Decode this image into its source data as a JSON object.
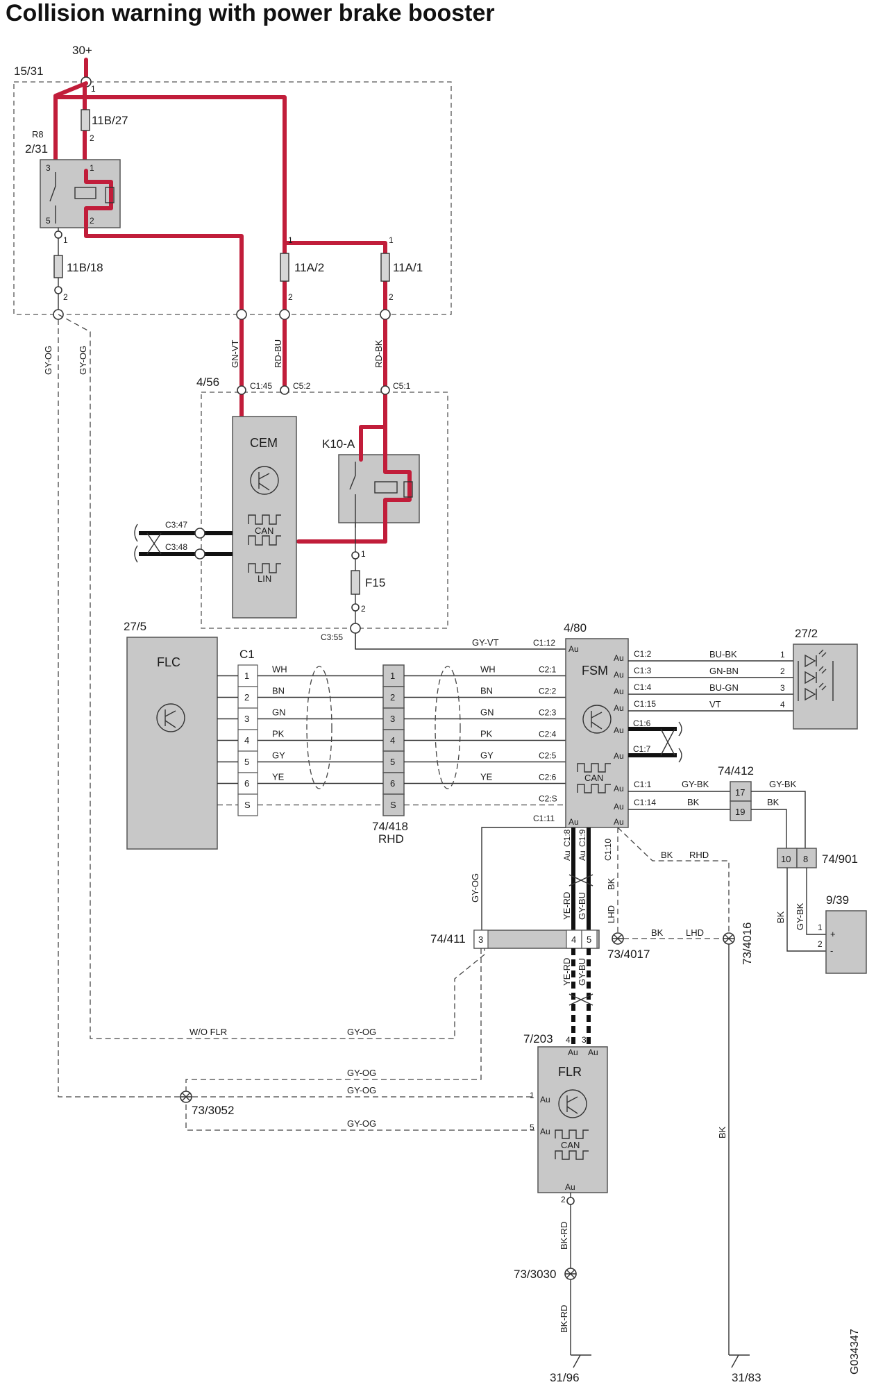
{
  "title": "Collision warning with power brake booster",
  "doc_id": "G034347",
  "supply": {
    "label": "30+",
    "pin": "1"
  },
  "zones": {
    "upper": "15/31",
    "cem_zone": "4/56"
  },
  "relay": {
    "ref": "R8",
    "id": "2/31",
    "pins": [
      "3",
      "1",
      "5",
      "2"
    ]
  },
  "fuses": {
    "f11b27": {
      "label": "11B/27",
      "p1": "1",
      "p2": "2"
    },
    "f11b18": {
      "label": "11B/18",
      "p1": "1",
      "p2": "2"
    },
    "f11a2": {
      "label": "11A/2",
      "p1": "1",
      "p2": "2"
    },
    "f11a1": {
      "label": "11A/1",
      "p1": "1",
      "p2": "2"
    },
    "f15": {
      "label": "F15",
      "p1": "1",
      "p2": "2"
    }
  },
  "wires": {
    "gn_vt": "GN-VT",
    "rd_bu": "RD-BU",
    "rd_bk": "RD-BK",
    "gy_og": "GY-OG",
    "gy_vt": "GY-VT",
    "bk": "BK",
    "gy_bk": "GY-BK",
    "ye_rd": "YE-RD",
    "gy_bu": "GY-BU",
    "bk_rd": "BK-RD",
    "rhd": "RHD",
    "lhd": "LHD",
    "wo_flr": "W/O FLR"
  },
  "cem": {
    "label": "CEM",
    "can": "CAN",
    "lin": "LIN",
    "c1_45": "C1:45",
    "c5_2": "C5:2",
    "c5_1": "C5:1",
    "c3_47": "C3:47",
    "c3_48": "C3:48",
    "c3_55": "C3:55"
  },
  "k10": {
    "label": "K10-A"
  },
  "flc": {
    "label": "FLC",
    "id": "27/5",
    "connector": "C1"
  },
  "c418": {
    "id": "74/418",
    "note": "RHD"
  },
  "bundle": {
    "pins": [
      "1",
      "2",
      "3",
      "4",
      "5",
      "6",
      "S"
    ],
    "colors": [
      "WH",
      "BN",
      "GN",
      "PK",
      "GY",
      "YE"
    ],
    "fsm_pins": [
      "C2:1",
      "C2:2",
      "C2:3",
      "C2:4",
      "C2:5",
      "C2:6",
      "C2:S"
    ]
  },
  "fsm": {
    "label": "FSM",
    "id": "4/80",
    "can": "CAN",
    "au": "Au",
    "c1_12": "C1:12",
    "c1_11": "C1:11",
    "c1_8": "C1:8",
    "c1_9": "C1:9",
    "c1_10": "C1:10",
    "c1_1": "C1:1",
    "c1_14": "C1:14",
    "c1_6": "C1:6",
    "c1_7": "C1:7"
  },
  "leds": {
    "id": "27/2",
    "rows": [
      {
        "pin": "C1:2",
        "color": "BU-BK",
        "num": "1"
      },
      {
        "pin": "C1:3",
        "color": "GN-BN",
        "num": "2"
      },
      {
        "pin": "C1:4",
        "color": "BU-GN",
        "num": "3"
      },
      {
        "pin": "C1:15",
        "color": "VT",
        "num": "4"
      }
    ]
  },
  "c412": {
    "id": "74/412",
    "p17": "17",
    "p19": "19"
  },
  "c901": {
    "id": "74/901",
    "p10": "10",
    "p8": "8"
  },
  "bat": {
    "id": "9/39",
    "p1": "1",
    "p2": "2",
    "plus": "+",
    "minus": "-"
  },
  "c411": {
    "id": "74/411",
    "p3": "3",
    "p4": "4",
    "p5": "5"
  },
  "grounds": {
    "g4017": "73/4017",
    "g4016": "73/4016",
    "g3052": "73/3052",
    "g3030": "73/3030",
    "g31_96": "31/96",
    "g31_83": "31/83"
  },
  "flr": {
    "label": "FLR",
    "id": "7/203",
    "can": "CAN",
    "au": "Au",
    "p4": "4",
    "p3": "3",
    "p1": "1",
    "p5": "5",
    "p2": "2"
  }
}
